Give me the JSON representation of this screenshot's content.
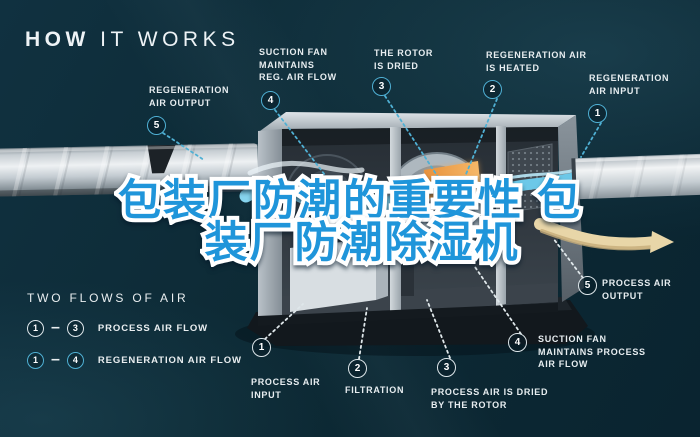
{
  "title": {
    "bold": "HOW",
    "rest": " IT WORKS"
  },
  "headline": {
    "line1": "包装厂防潮的重要性 包",
    "line2": "装厂防潮除湿机",
    "fill_color": "#1f95da",
    "outline_color": "#ffffff"
  },
  "callouts_top": [
    {
      "num": "5",
      "label": "REGENERATION\nAIR OUTPUT"
    },
    {
      "num": "4",
      "label": "SUCTION FAN\nMAINTAINS\nREG. AIR FLOW"
    },
    {
      "num": "3",
      "label": "THE ROTOR\nIS DRIED"
    },
    {
      "num": "2",
      "label": "REGENERATION AIR\nIS HEATED"
    },
    {
      "num": "1",
      "label": "REGENERATION\nAIR INPUT"
    }
  ],
  "callouts_bottom": [
    {
      "num": "1",
      "label": "PROCESS AIR\nINPUT"
    },
    {
      "num": "2",
      "label": "FILTRATION"
    },
    {
      "num": "3",
      "label": "PROCESS AIR IS DRIED\nBY THE ROTOR"
    },
    {
      "num": "4",
      "label": "SUCTION FAN\nMAINTAINS PROCESS\nAIR FLOW"
    },
    {
      "num": "5",
      "label": "PROCESS AIR\nOUTPUT"
    }
  ],
  "legend": {
    "title": "TWO FLOWS OF AIR",
    "separator": "–",
    "rows": [
      {
        "from": "1",
        "to": "3",
        "label": "PROCESS AIR FLOW",
        "flow": "process"
      },
      {
        "from": "1",
        "to": "4",
        "label": "REGENERATION AIR FLOW",
        "flow": "regeneration"
      }
    ]
  },
  "colors": {
    "background": "#0d2a35",
    "accent_teal": "#4fb0d4",
    "label_text": "#e7edf0",
    "heater_orange": "#f09a45",
    "flow_blue": "#86d4ee",
    "flow_cream": "#e8d6a8"
  }
}
